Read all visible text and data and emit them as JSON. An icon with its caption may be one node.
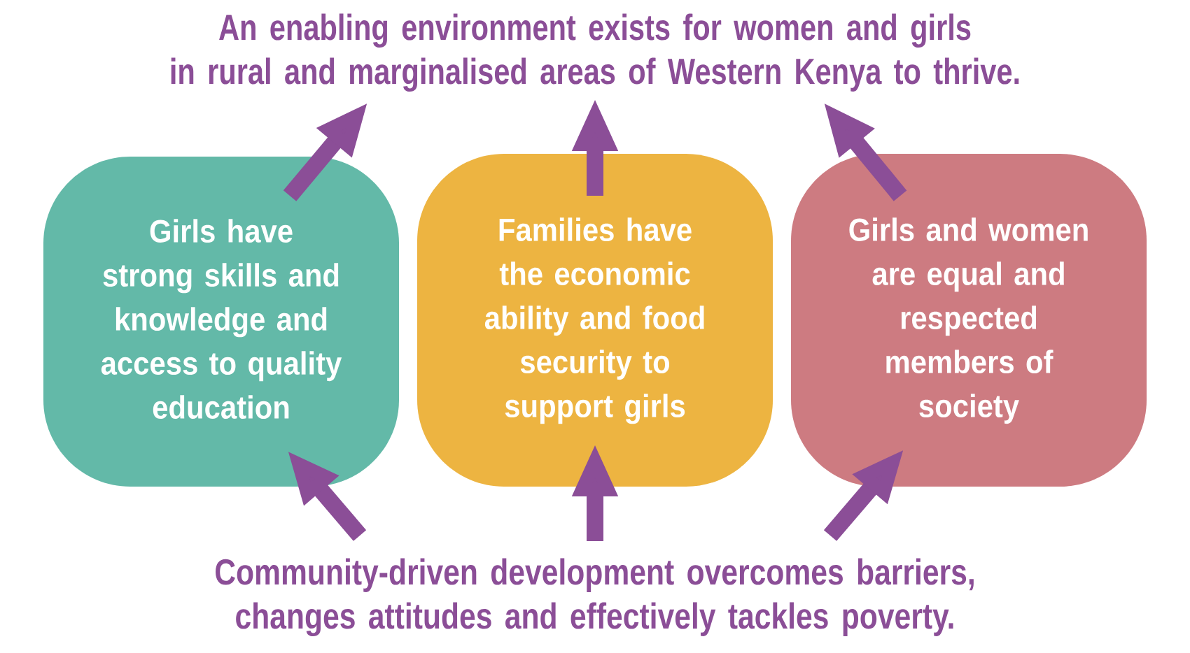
{
  "diagram": {
    "nodes": [
      {
        "text": [
          "An enabling environment exists for women and girls in rural and marginalised areas of Western Kenya to thrive."
        ]
      },
      {
        "text": [
          "Girls have strong skills and knowledge and access to quality education"
        ]
      },
      {
        "text": [
          "Families have the economic ability and food security to support girls"
        ]
      },
      {
        "text": [
          "Girls and women are equal and respected members of society"
        ]
      },
      {
        "text": [
          "Community-driven development overcomes barriers, changes attitudes and effectively tackles poverty."
        ]
      }
    ],
    "edges": [
      {
        "from": 4,
        "to": 1,
        "arrow": "to"
      },
      {
        "from": 4,
        "to": 2,
        "arrow": "to"
      },
      {
        "from": 4,
        "to": 3,
        "arrow": "to"
      },
      {
        "from": 1,
        "to": 0,
        "arrow": "to"
      },
      {
        "from": 2,
        "to": 0,
        "arrow": "to"
      },
      {
        "from": 3,
        "to": 0,
        "arrow": "to"
      }
    ]
  }
}
